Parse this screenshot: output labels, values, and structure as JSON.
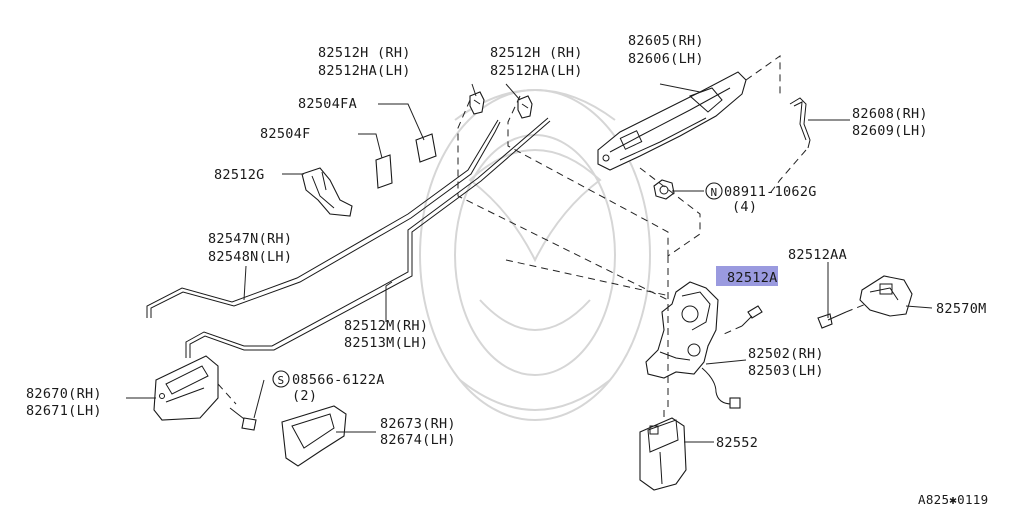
{
  "diagram": {
    "labels": {
      "rod_clip_a": [
        "82512H (RH)",
        "82512HA(LH)"
      ],
      "rod_clip_b": [
        "82512H (RH)",
        "82512HA(LH)"
      ],
      "handle_outside": [
        "82605(RH)",
        "82606(LH)"
      ],
      "pad_a": "82504FA",
      "pad_b": "82504F",
      "rod_holder": "82512G",
      "rod_lock": [
        "82547N(RH)",
        "82548N(LH)"
      ],
      "bracket": [
        "82608(RH)",
        "82609(LH)"
      ],
      "nut": "08911-1062G",
      "nut_qty": "(4)",
      "screw_aa": "82512AA",
      "screw_a": "82512A",
      "striker": "82570M",
      "rod_main": [
        "82512M(RH)",
        "82513M(LH)"
      ],
      "lock_assy": [
        "82502(RH)",
        "82503(LH)"
      ],
      "handle_inside": [
        "82670(RH)",
        "82671(LH)"
      ],
      "screw_s": "08566-6122A",
      "screw_s_qty": "(2)",
      "escutcheon": [
        "82673(RH)",
        "82674(LH)"
      ],
      "actuator": "82552",
      "circle_n": "N",
      "circle_s": "S"
    },
    "highlight": {
      "label": "screw_a",
      "color": "#8f8fdc"
    },
    "footer_code": "A825✱0119"
  }
}
